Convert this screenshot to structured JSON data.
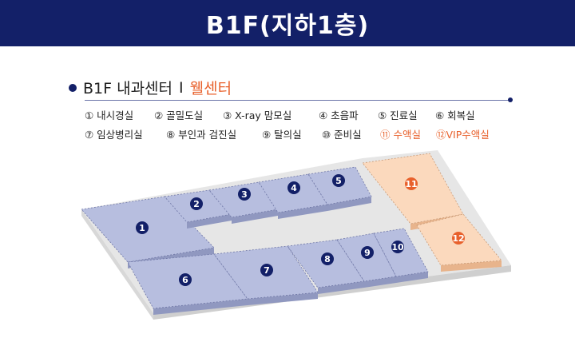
{
  "header": {
    "title": "B1F(지하1층)"
  },
  "section": {
    "prefix": "B1F 내과센터",
    "separator": "I",
    "accent_label": "웰센터"
  },
  "legend": {
    "row1": [
      "① 내시경실",
      "② 골밀도실",
      "③ X-ray 맘모실",
      "④ 초음파",
      "⑤ 진료실",
      "⑥ 회복실"
    ],
    "row2": [
      "⑦ 임상병리실",
      "⑧ 부인과 검진실",
      "⑨ 탈의실",
      "⑩ 준비실"
    ],
    "row2_orange": [
      "⑪ 수액실",
      "⑫VIP수액실"
    ]
  },
  "rooms": [
    {
      "num": "1",
      "name": "내시경실"
    },
    {
      "num": "2",
      "name": "골밀도실"
    },
    {
      "num": "3",
      "name": "X-ray 맘모실"
    },
    {
      "num": "4",
      "name": "초음파"
    },
    {
      "num": "5",
      "name": "진료실"
    },
    {
      "num": "6",
      "name": "회복실"
    },
    {
      "num": "7",
      "name": "임상병리실"
    },
    {
      "num": "8",
      "name": "부인과 검진실"
    },
    {
      "num": "9",
      "name": "탈의실"
    },
    {
      "num": "10",
      "name": "준비실"
    },
    {
      "num": "11",
      "name": "수액실"
    },
    {
      "num": "12",
      "name": "VIP수액실"
    }
  ],
  "colors": {
    "banner": "#132068",
    "room_blue": "#b7bedf",
    "room_orange": "#fbd9bd",
    "marker_blue": "#132068",
    "marker_orange": "#e8612c",
    "floor": "#e6e6e6"
  }
}
